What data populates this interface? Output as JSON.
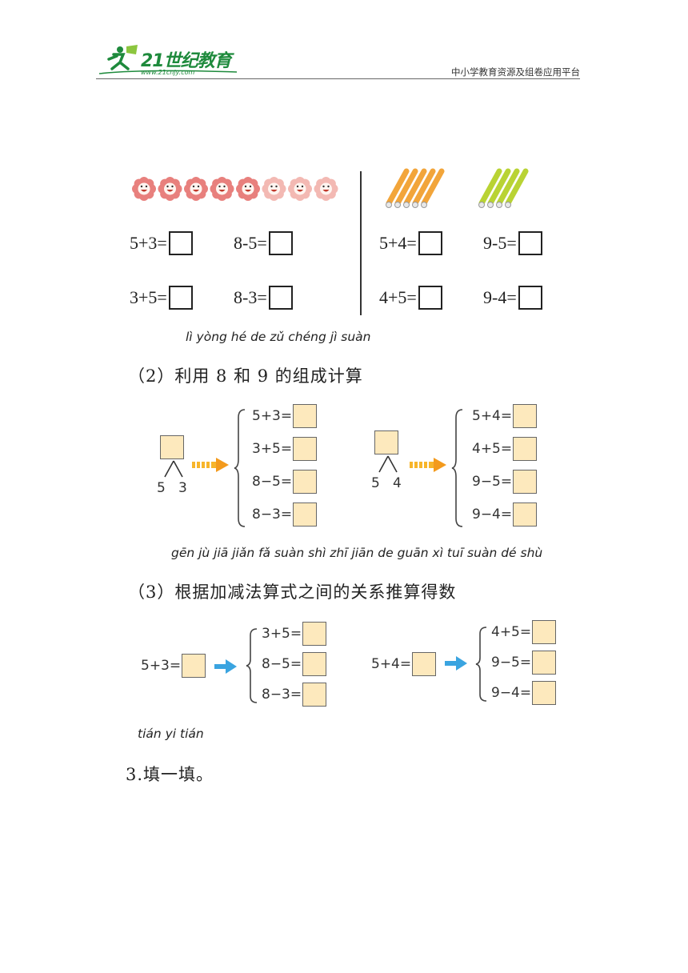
{
  "header": {
    "logo_text": "21世纪教育",
    "logo_url": "www.21cnjy.com",
    "tagline": "中小学教育资源及组卷应用平台"
  },
  "section1": {
    "flowers": {
      "dark_count": 5,
      "light_count": 3,
      "dark_color": "#e8807d",
      "light_color": "#f3b9b3"
    },
    "sticks": {
      "orange_count": 5,
      "green_count": 4,
      "orange_color": "#f2a53a",
      "green_color": "#b9d334"
    },
    "equations": [
      "5+3=",
      "8-5=",
      "3+5=",
      "8-3=",
      "5+4=",
      "9-5=",
      "4+5=",
      "9-4="
    ]
  },
  "part2": {
    "pinyin": "lì yòng hé de zǔ chéng jì suàn",
    "heading": "（2）利用 8 和 9 的组成计算",
    "left": {
      "parts": [
        "5",
        "3"
      ],
      "equations": [
        "5+3=",
        "3+5=",
        "8−5=",
        "8−3="
      ]
    },
    "right": {
      "parts": [
        "5",
        "4"
      ],
      "equations": [
        "5+4=",
        "4+5=",
        "9−5=",
        "9−4="
      ]
    }
  },
  "part3": {
    "pinyin": "gēn jù jiā jiǎn fǎ suàn shì zhī jiān de guān xì tuī suàn dé shù",
    "heading": "（3）根据加减法算式之间的关系推算得数",
    "left": {
      "start": "5+3=",
      "equations": [
        "3+5=",
        "8−5=",
        "8−3="
      ]
    },
    "right": {
      "start": "5+4=",
      "equations": [
        "4+5=",
        "9−5=",
        "9−4="
      ]
    }
  },
  "part4": {
    "pinyin": "tián yi tián",
    "heading": "3.填一填。"
  }
}
